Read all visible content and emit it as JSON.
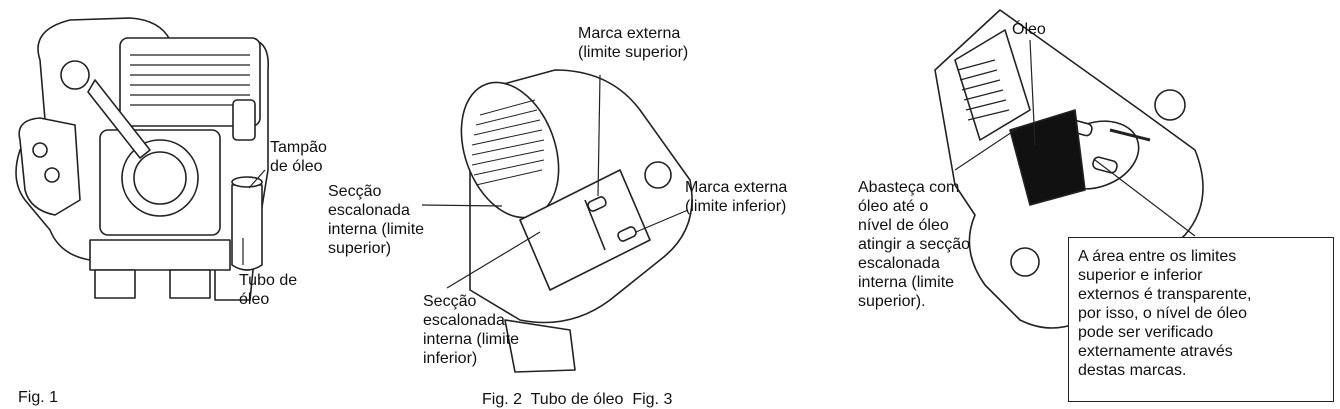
{
  "figure1": {
    "tampao": "Tampão\nde óleo",
    "tubo": "Tubo de\nóleo",
    "caption": "Fig. 1"
  },
  "figure2": {
    "marca_sup": "Marca externa\n(limite superior)",
    "marca_inf": "Marca externa\n(limite inferior)",
    "seccao_sup": "Secção\nescalonada\ninterna (limite\nsuperior)",
    "seccao_inf": "Secção\nescalonada\ninterna (limite\ninferior)",
    "caption": "Fig. 2  Tubo de óleo  Fig. 3"
  },
  "figure3": {
    "oleo": "Óleo",
    "abasteca": "Abasteça com\nóleo até o\nnível de óleo\natingir a secção\nescalonada\ninterna (limite\nsuperior).",
    "nota": "A área entre os limites\nsuperior e inferior\nexternos é transparente,\npor isso, o nível de óleo\npode ser verificado\nexternamente através\ndestas marcas."
  }
}
